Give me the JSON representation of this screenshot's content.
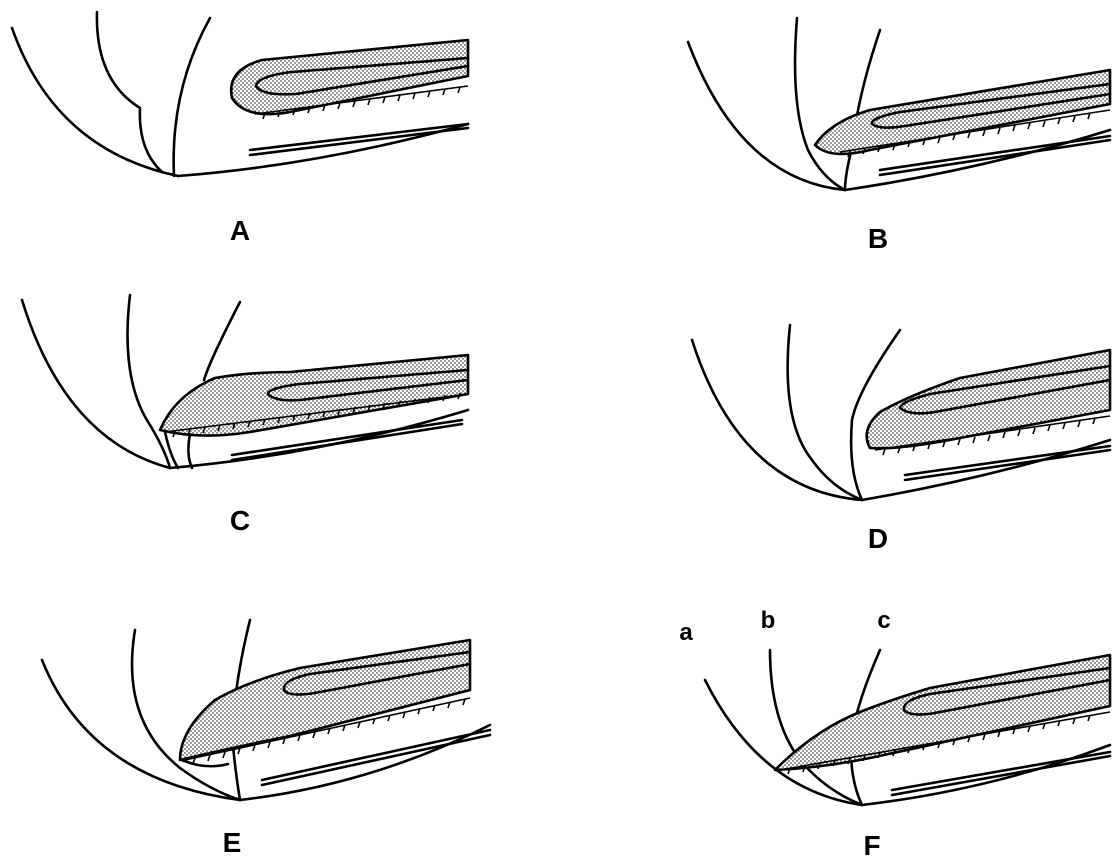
{
  "figure": {
    "panels": [
      {
        "id": "A",
        "label": "A"
      },
      {
        "id": "B",
        "label": "B"
      },
      {
        "id": "C",
        "label": "C"
      },
      {
        "id": "D",
        "label": "D"
      },
      {
        "id": "E",
        "label": "E"
      },
      {
        "id": "F",
        "label": "F"
      }
    ],
    "line_labels": {
      "a": "a",
      "b": "b",
      "c": "c"
    },
    "colors": {
      "ink": "#000000",
      "background": "#ffffff",
      "stipple": "#000000"
    }
  }
}
